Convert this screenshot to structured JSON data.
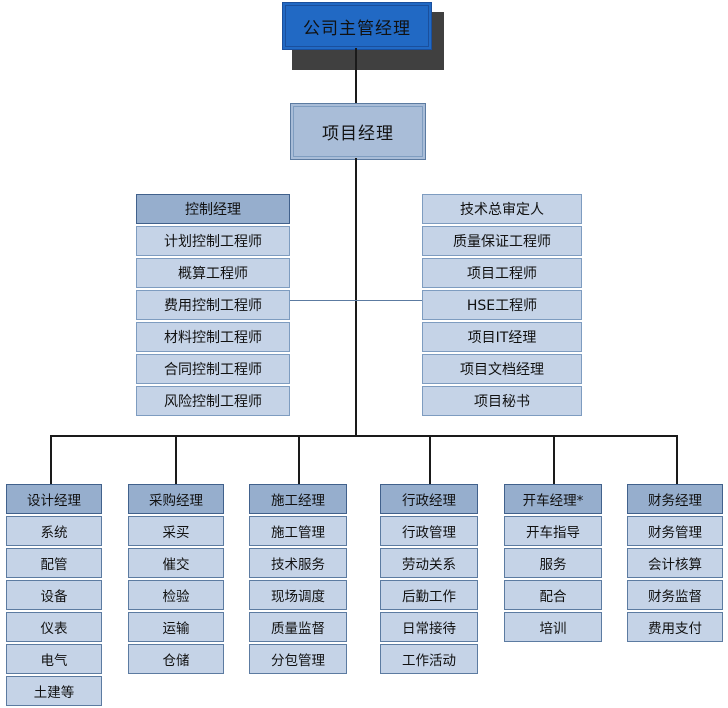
{
  "title_box": {
    "label": "公司主管经理"
  },
  "project_manager": {
    "label": "项目经理"
  },
  "mid_columns": [
    {
      "name": "control-manager-column",
      "header": "控制经理",
      "header_style": "dark",
      "items": [
        "计划控制工程师",
        "概算工程师",
        "费用控制工程师",
        "材料控制工程师",
        "合同控制工程师",
        "风险控制工程师"
      ]
    },
    {
      "name": "technical-review-column",
      "header": "技术总审定人",
      "header_style": "light",
      "items": [
        "质量保证工程师",
        "项目工程师",
        "HSE工程师",
        "项目IT经理",
        "项目文档经理",
        "项目秘书"
      ]
    }
  ],
  "bottom_columns": [
    {
      "name": "design-manager-column",
      "header": "设计经理",
      "items": [
        "系统",
        "配管",
        "设备",
        "仪表",
        "电气",
        "土建等"
      ]
    },
    {
      "name": "procurement-manager-column",
      "header": "采购经理",
      "items": [
        "采买",
        "催交",
        "检验",
        "运输",
        "仓储"
      ]
    },
    {
      "name": "construction-manager-column",
      "header": "施工经理",
      "items": [
        "施工管理",
        "技术服务",
        "现场调度",
        "质量监督",
        "分包管理"
      ]
    },
    {
      "name": "administration-manager-column",
      "header": "行政经理",
      "items": [
        "行政管理",
        "劳动关系",
        "后勤工作",
        "日常接待",
        "工作活动"
      ]
    },
    {
      "name": "startup-manager-column",
      "header": "开车经理*",
      "items": [
        "开车指导",
        "服务",
        "配合",
        "培训"
      ]
    },
    {
      "name": "finance-manager-column",
      "header": "财务经理",
      "items": [
        "财务管理",
        "会计核算",
        "财务监督",
        "费用支付"
      ]
    }
  ],
  "colors": {
    "top_box_fill": "#2169c4",
    "top_box_border": "#1a4f9c",
    "top_box_shadow": "#404040",
    "pm_fill": "#a9bdd8",
    "cell_fill": "#c5d3e7",
    "header_fill": "#96aecd",
    "cell_border": "#5c7ba1",
    "connector_dark": "#1a1a1a",
    "connector_light": "#5c7ba1"
  }
}
